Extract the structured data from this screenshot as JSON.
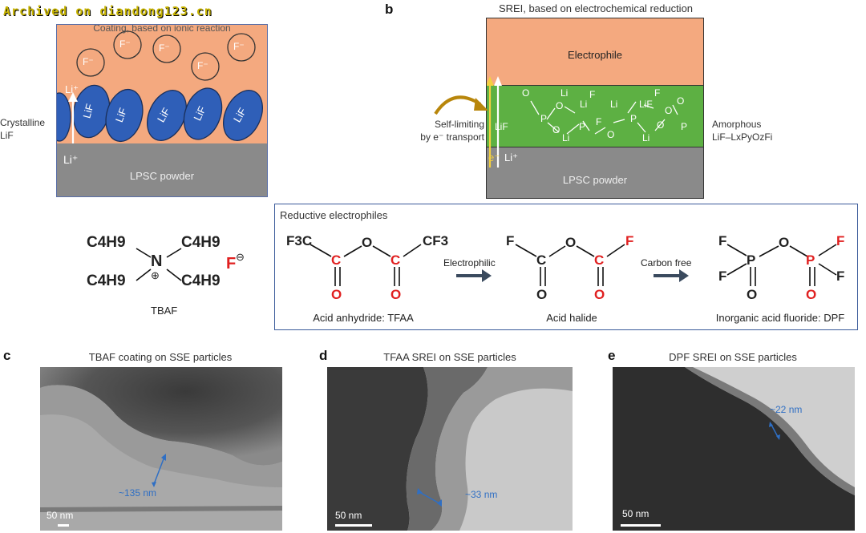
{
  "watermark": "Archived on diandong123.cn",
  "panel_a": {
    "top_label": "Coating, based on ionic reaction",
    "fluoride_ion": "F⁻",
    "lif_label": "LiF",
    "li_plus": "Li⁺",
    "crystalline_line1": "Crystalline",
    "crystalline_line2": "LiF",
    "substrate": "LPSC powder",
    "colors": {
      "coating": "#f4a97f",
      "substrate": "#8a8a8a",
      "lif": "#2f5fb8",
      "border": "#5a6fa8"
    }
  },
  "panel_b": {
    "letter": "b",
    "title": "SREI, based on electrochemical reduction",
    "electrophile": "Electrophile",
    "self_limiting_line1": "Self-limiting",
    "self_limiting_line2": "by e⁻ transport",
    "amorphous_line1": "Amorphous",
    "amorphous_line2": "LiF–LxPyOzFi",
    "electron": "e⁻",
    "li_plus": "Li⁺",
    "substrate": "LPSC powder",
    "atoms": [
      "O",
      "Li",
      "F",
      "F",
      "Li",
      "O",
      "Li",
      "LiF",
      "O",
      "P",
      "LiF",
      "O",
      "P",
      "F",
      "P",
      "O",
      "O",
      "Li",
      "O",
      "Li",
      "P"
    ],
    "colors": {
      "electrophile": "#f4a97f",
      "srei": "#5db043",
      "substrate": "#8a8a8a",
      "arrow": "#b8860b"
    }
  },
  "tbaf": {
    "c4h9": "C4H9",
    "n": "N",
    "plus": "⊕",
    "f": "F",
    "minus": "⊖",
    "name": "TBAF"
  },
  "box": {
    "title": "Reductive electrophiles",
    "mol1": {
      "left": "F3C",
      "right": "CF3",
      "c": "C",
      "o": "O",
      "caption": "Acid anhydride: TFAA"
    },
    "arrow1": "Electrophilic",
    "mol2": {
      "f": "F",
      "c": "C",
      "o": "O",
      "caption": "Acid halide"
    },
    "arrow2": "Carbon free",
    "mol3": {
      "f": "F",
      "p": "P",
      "o": "O",
      "caption": "Inorganic acid fluoride: DPF"
    },
    "colors": {
      "red": "#e02020",
      "border": "#3a5a9a",
      "arrow": "#3a4a5e"
    }
  },
  "panel_c": {
    "letter": "c",
    "title": "TBAF coating on SSE particles",
    "scale": "50 nm",
    "thickness": "~135 nm"
  },
  "panel_d": {
    "letter": "d",
    "title": "TFAA SREI on SSE particles",
    "scale": "50 nm",
    "thickness": "~33 nm"
  },
  "panel_e": {
    "letter": "e",
    "title": "DPF SREI on SSE particles",
    "scale": "50 nm",
    "thickness": "~22 nm"
  }
}
